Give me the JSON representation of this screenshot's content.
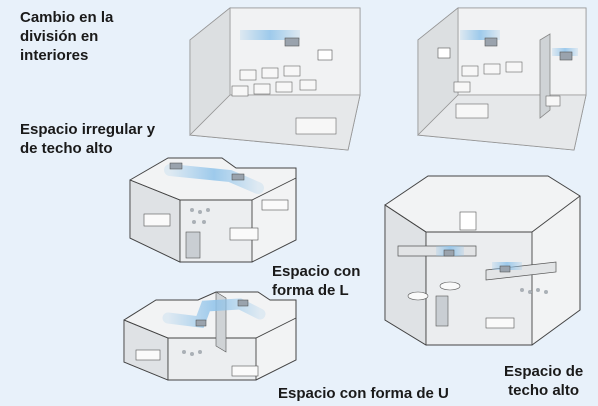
{
  "labels": {
    "partition_change": "Cambio en la\ndivisión en\ninteriores",
    "irregular_high_ceiling": "Espacio irregular y\nde techo alto",
    "l_shaped": "Espacio con\nforma de L",
    "u_shaped": "Espacio con forma de U",
    "high_ceiling": "Espacio de\ntecho alto"
  },
  "colors": {
    "background": "#e8f1fa",
    "wall_light": "#f4f4f4",
    "wall_shade": "#d6d8da",
    "airflow": "#8fc3ea",
    "outline": "#333333"
  }
}
